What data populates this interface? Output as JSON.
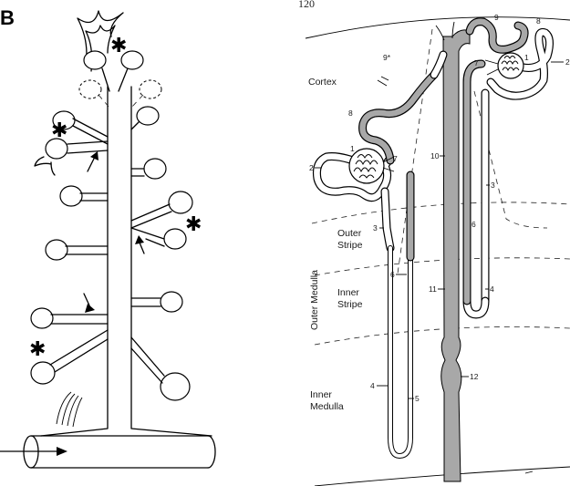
{
  "figure": {
    "panel_label": "B",
    "page_number": "120",
    "zone_labels": {
      "cortex": "Cortex",
      "outer_stripe_1": "Outer",
      "outer_stripe_2": "Stripe",
      "inner_stripe_1": "Inner",
      "inner_stripe_2": "Stripe",
      "outer_medulla": "Outer Medulla",
      "inner_medulla_1": "Inner",
      "inner_medulla_2": "Medulla"
    },
    "asterisk": "✱",
    "segment_numbers": {
      "n1a": "1",
      "n2a": "2",
      "n8a": "8",
      "n7a": "7",
      "n3a": "3",
      "n6a": "6",
      "n4a": "4",
      "n5a": "5",
      "n10": "10",
      "n11": "11",
      "n12": "12",
      "n9top": "9",
      "n9star": "9*",
      "n8b": "8",
      "n7b": "7",
      "n1b": "1",
      "n2b": "2",
      "n3b": "3",
      "n6b": "6",
      "n4b": "4"
    }
  }
}
